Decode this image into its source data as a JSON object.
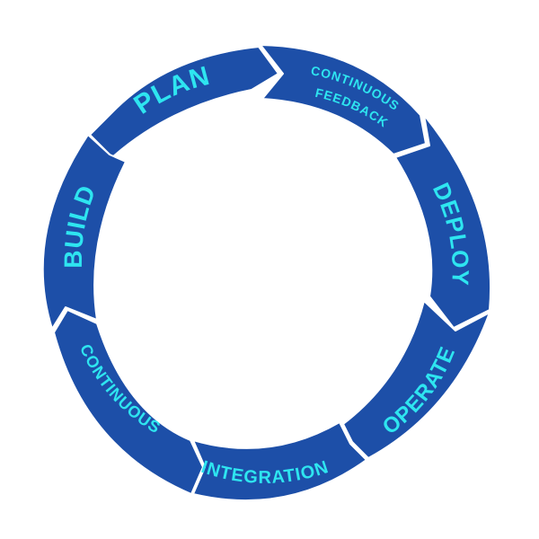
{
  "diagram": {
    "colors": {
      "segment_fill": "#1d4fa8",
      "label_text": "#2ee5f0",
      "background": "#ffffff",
      "separator": "#ffffff"
    },
    "segments": [
      {
        "label": "PLAN"
      },
      {
        "label_line1": "CONTINUOUS",
        "label_line2": "FEEDBACK"
      },
      {
        "label": "DEPLOY"
      },
      {
        "label": "OPERATE"
      },
      {
        "label": "INTEGRATION"
      },
      {
        "label": "CONTINUOUS"
      },
      {
        "label": "BUILD"
      }
    ]
  }
}
